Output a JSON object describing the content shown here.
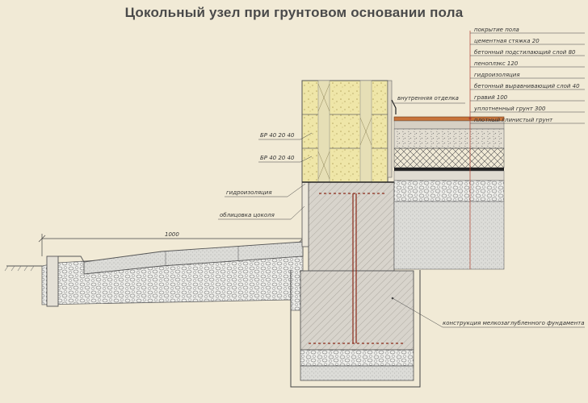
{
  "title": "Цокольный узел при грунтовом основании пола",
  "floor_layers": [
    "покрытие пола",
    "цементная стяжка 20",
    "бетонный подстилающий слой 80",
    "пеноплэкс 120",
    "гидроизоляция",
    "бетонный выравнивающий слой 40",
    "гравий 100",
    "уплотненный грунт 300",
    "плотный глинистый грунт"
  ],
  "labels": {
    "interior_finish": "внутренняя отделка",
    "block_1": "БР 40 20 40",
    "block_2": "БР 40 20 40",
    "waterproofing": "гидроизоляция",
    "plinth_cladding": "облицовка цоколя",
    "foundation": "конструкция мелкозаглубленного фундамента",
    "dimension": "1000"
  },
  "colors": {
    "background": "#f1ead6",
    "block": "#efe6a8",
    "concrete": "#d8d4cc",
    "floor_finish": "#c8743a",
    "rebar": "#8a2a1a"
  }
}
